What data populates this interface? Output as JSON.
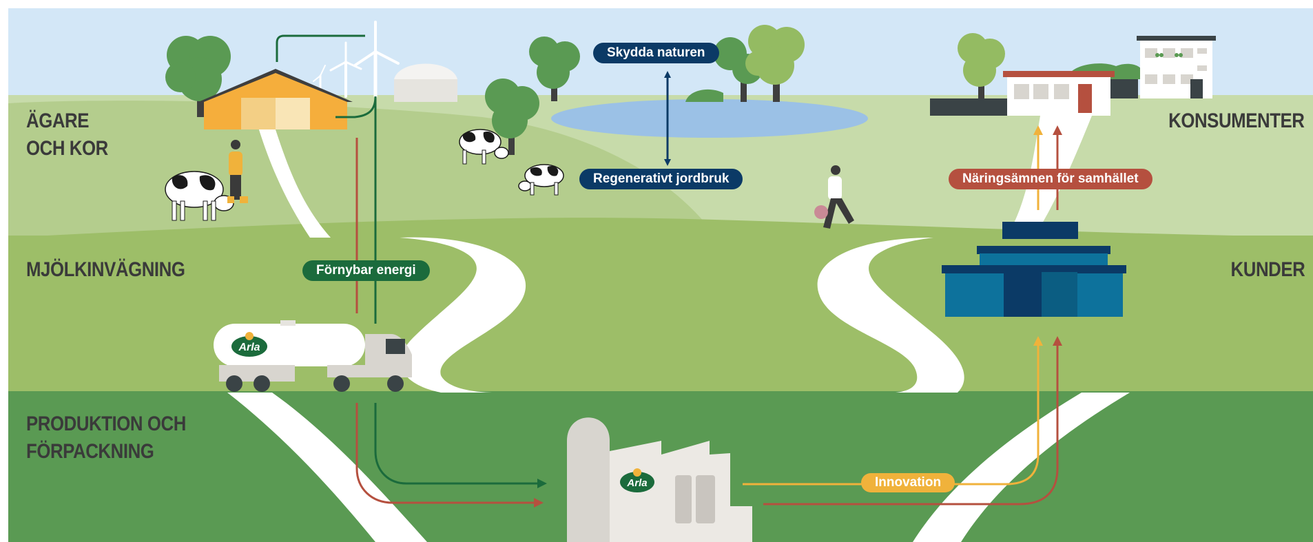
{
  "rows": {
    "owners": [
      "ÄGARE",
      "OCH KOR"
    ],
    "consumers": "KONSUMENTER",
    "intake": "MJÖLKINVÄGNING",
    "customers": "KUNDER",
    "production": [
      "PRODUKTION OCH",
      "FÖRPACKNING"
    ]
  },
  "flows": {
    "protect_nature": "Skydda naturen",
    "regenerative": "Regenerativt jordbruk",
    "renewable": "Förnybar energi",
    "nutrients": "Näringsämnen för samhället",
    "innovation": "Innovation"
  },
  "brand": {
    "logo_text": "Arla"
  },
  "colors": {
    "sky": "#d3e7f7",
    "hill_light": "#c7dbaa",
    "field_mid": "#9dbe68",
    "field_dark": "#5a9a53",
    "navy": "#0b3a66",
    "green": "#1b6b3c",
    "red": "#b5503f",
    "yellow": "#f0b23b",
    "barn": "#f5ae3c",
    "factory_blue": "#0d729c"
  },
  "icons": [
    "barn-icon",
    "wind-turbine-icon",
    "biogas-tank-icon",
    "cow-icon",
    "farmer-icon",
    "tree-icon",
    "lake-icon",
    "consumer-person-icon",
    "house-icon",
    "apartment-icon",
    "tanker-truck-icon",
    "store-icon",
    "dairy-factory-icon",
    "arla-logo"
  ]
}
